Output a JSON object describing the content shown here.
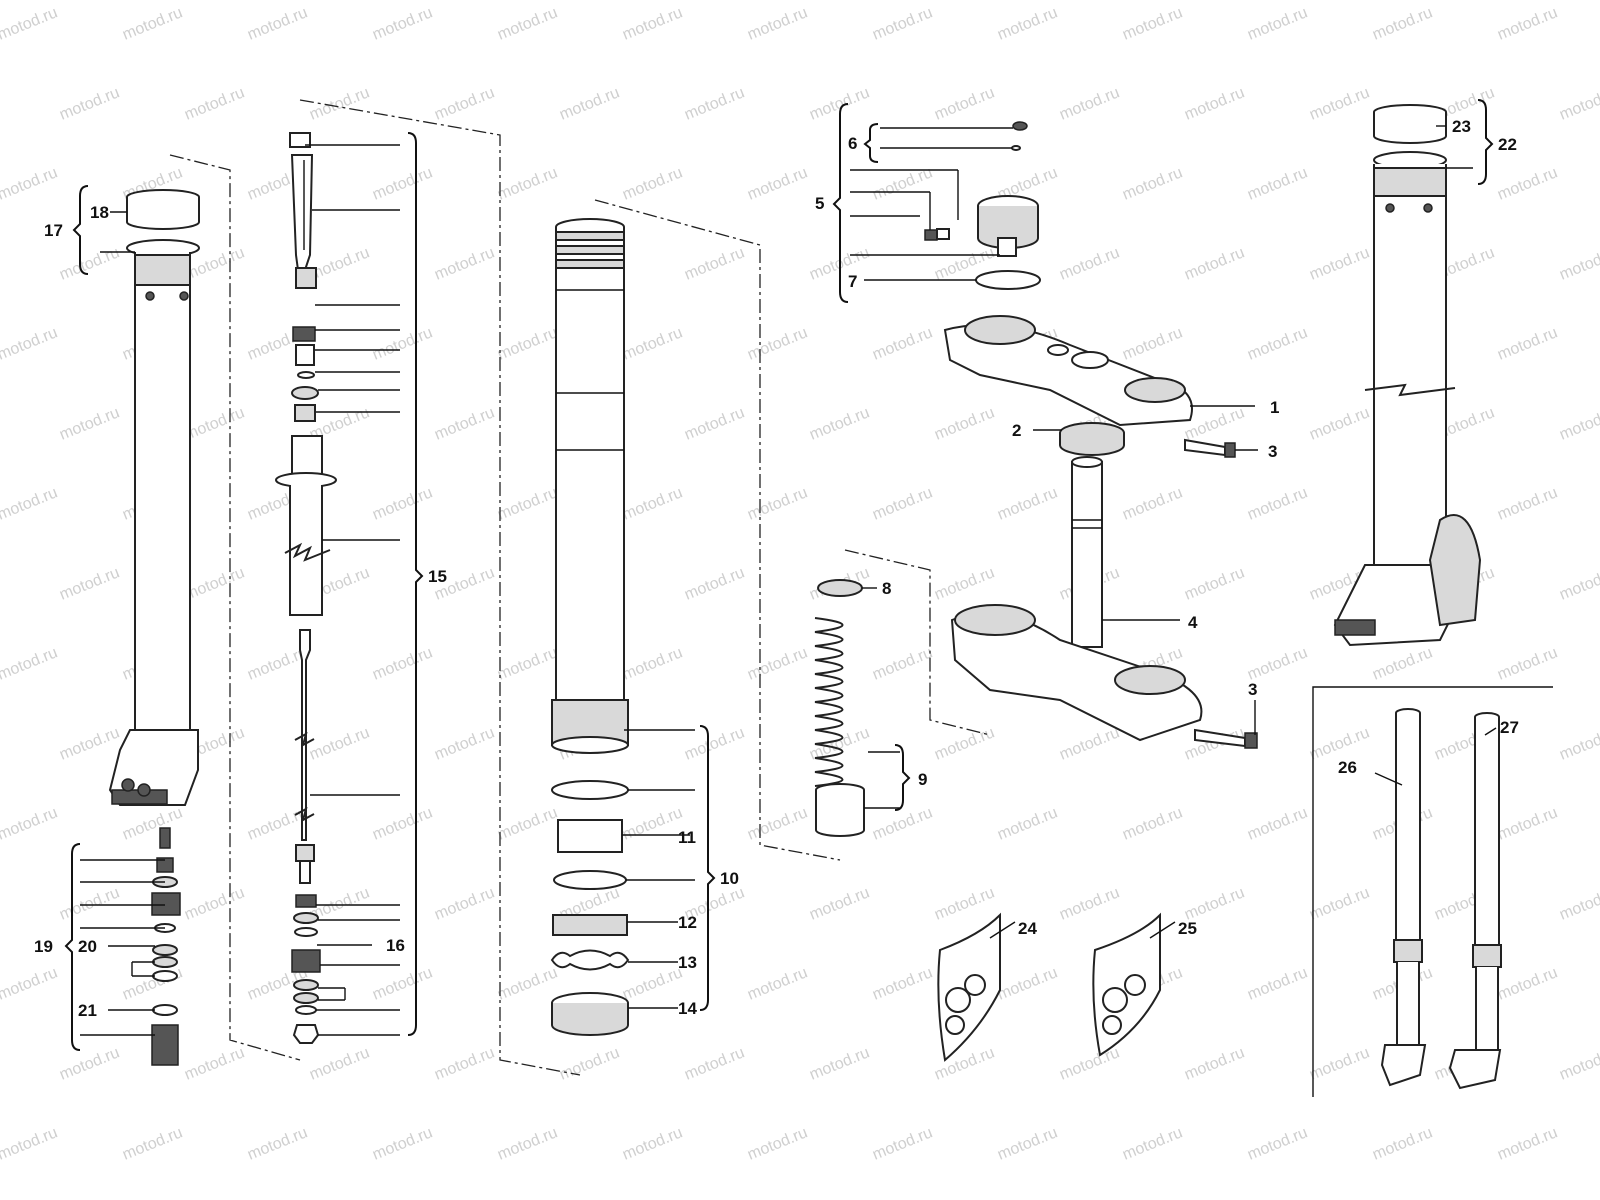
{
  "diagram": {
    "watermark_text": "motod.ru",
    "callouts": [
      "1",
      "2",
      "3",
      "3",
      "4",
      "5",
      "6",
      "7",
      "8",
      "9",
      "10",
      "11",
      "12",
      "13",
      "14",
      "15",
      "16",
      "17",
      "18",
      "19",
      "20",
      "21",
      "22",
      "23",
      "24",
      "25",
      "26",
      "27"
    ],
    "colors": {
      "line": "#222222",
      "fill": "#ffffff",
      "shade": "#d9d9d9",
      "watermark": "#cfcfcf"
    }
  }
}
